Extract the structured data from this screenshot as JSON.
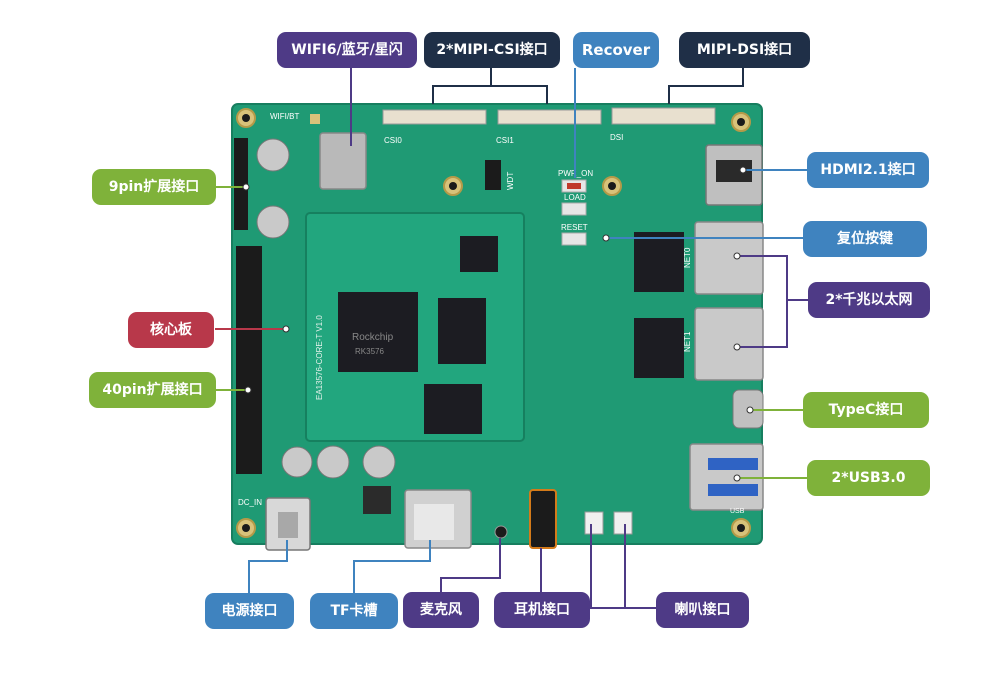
{
  "labels": {
    "wifi": "WIFI6/蓝牙/星闪",
    "mipi_csi": "2*MIPI-CSI接口",
    "recover": "Recover",
    "mipi_dsi": "MIPI-DSI接口",
    "hdmi": "HDMI2.1接口",
    "reset": "复位按键",
    "ethernet": "2*千兆以太网",
    "typec": "TypeC接口",
    "usb": "2*USB3.0",
    "pin9": "9pin扩展接口",
    "core": "核心板",
    "pin40": "40pin扩展接口",
    "power": "电源接口",
    "tf": "TF卡槽",
    "mic": "麦克风",
    "headphone": "耳机接口",
    "speaker": "喇叭接口"
  },
  "board_text": {
    "wifi_bt": "WIFI/BT",
    "csi0": "CSI0",
    "csi1": "CSI1",
    "dsi": "DSI",
    "pwr_on": "PWR_ON",
    "load": "LOAD",
    "reset": "RESET",
    "wdt": "WDT",
    "net0": "NET0",
    "net1": "NET1",
    "dc_in": "DC_IN",
    "core_model": "EA13576-CORE-T V1.0",
    "soc_brand": "Rockchip",
    "soc_model": "RK3576",
    "usb_mark": "USB"
  },
  "colors": {
    "pcb": "#1f9a74",
    "pcb_edge": "#177e5f",
    "core_board": "#22a67e",
    "chip": "#1c1c22",
    "purple": "#4e3a86",
    "navy": "#1f2f47",
    "blue": "#3f83bf",
    "green": "#7fb23a",
    "red": "#b8384a"
  }
}
